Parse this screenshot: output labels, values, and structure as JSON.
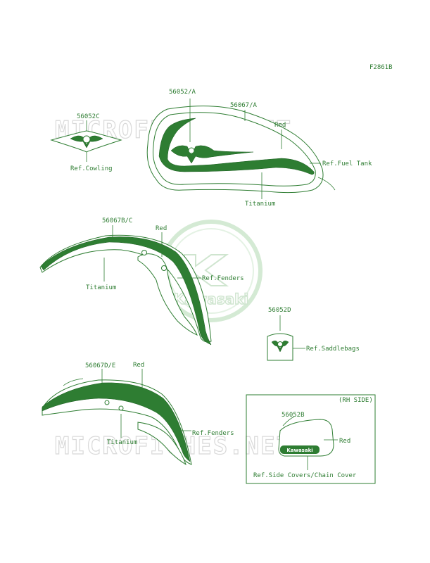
{
  "figure_code": "F2861B",
  "watermark": {
    "site_text": "MICROFICHES.NET",
    "logo_text": "Kawasaki"
  },
  "callouts": {
    "part_56052c": "56052C",
    "ref_cowling": "Ref.Cowling",
    "part_56052a": "56052/A",
    "part_56067a": "56067/A",
    "red_tank": "Red",
    "ref_fuel_tank": "Ref.Fuel Tank",
    "titanium_tank": "Titanium",
    "part_56067bc": "56067B/C",
    "red_front_fender": "Red",
    "titanium_front_fender": "Titanium",
    "ref_fenders_front": "Ref.Fenders",
    "part_56052d": "56052D",
    "ref_saddlebags": "Ref.Saddlebags",
    "part_56067de": "56067D/E",
    "red_rear_fender": "Red",
    "ref_fenders_rear": "Ref.Fenders",
    "titanium_rear_fender": "Titanium",
    "rh_side": "(RH SIDE)",
    "part_56052b": "56052B",
    "red_side_cover": "Red",
    "side_cover_badge": "Kawasaki",
    "ref_side_covers": "Ref.Side Covers/Chain Cover"
  },
  "colors": {
    "line": "#2e7d32",
    "stripe": "#2e7d32",
    "watermark": "#d9d9d9"
  }
}
